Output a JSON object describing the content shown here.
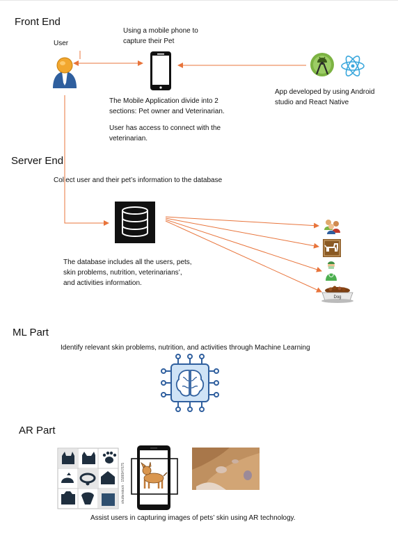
{
  "sections": {
    "front_end": "Front End",
    "server_end": "Server End",
    "ml_part": "ML Part",
    "ar_part": "AR Part"
  },
  "front_end": {
    "user_label": "User",
    "phone_caption_line1": "Using a mobile phone to",
    "phone_caption_line2": "capture their Pet",
    "app_caption_line1": "App developed by using Android",
    "app_caption_line2": "studio and React Native",
    "mobile_desc_line1": "The Mobile Application divide into 2",
    "mobile_desc_line2": "sections: Pet owner and Veterinarian.",
    "access_line1": "User has access to connect with the",
    "access_line2": "veterinarian."
  },
  "server_end": {
    "collect_text": "Collect user and their pet’s information to the database",
    "db_desc_line1": "The database includes all the users, pets,",
    "db_desc_line2": "skin problems, nutrition, veterinarians’,",
    "db_desc_line3": "and activities information.",
    "dog_bowl_label": "Dog"
  },
  "ml_part": {
    "desc": "Identify relevant skin problems, nutrition, and activities through Machine Learning"
  },
  "ar_part": {
    "caption": "Assist users in capturing images of pets’ skin using AR technology.",
    "watermark": "shutterstock · 1586947675"
  },
  "colors": {
    "arrow": "#e8743b",
    "icon_dark": "#111111",
    "android_green": "#7cb342",
    "react_blue": "#3aa7dc",
    "brain_blue": "#2f5f9e",
    "brain_fill": "#cfe3f6"
  }
}
